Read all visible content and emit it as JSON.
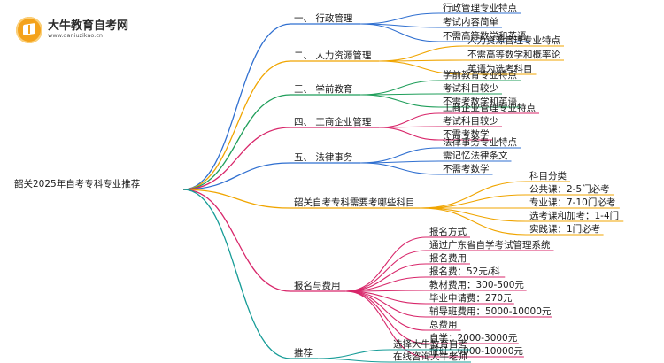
{
  "brand": {
    "name": "大牛教育自考网",
    "url": "www.daniuzikao.cn"
  },
  "colors": {
    "blue": "#2f6fd0",
    "orange": "#f0a500",
    "green": "#1f9e5a",
    "magenta": "#d8266a",
    "teal": "#169c97",
    "text": "#1a1a1a"
  },
  "mindmap": {
    "root": "韶关2025年自考专科专业推荐",
    "branches": [
      {
        "label": "一、 行政管理",
        "color": "blue",
        "children": [
          "行政管理专业特点",
          "考试内容简单",
          "不需高等数学和英语"
        ]
      },
      {
        "label": "二、 人力资源管理",
        "color": "orange",
        "children": [
          "人力资源管理专业特点",
          "不需高等数学和概率论",
          "英语为选考科目"
        ]
      },
      {
        "label": "三、 学前教育",
        "color": "green",
        "children": [
          "学前教育专业特点",
          "考试科目较少",
          "不需考数学和英语"
        ]
      },
      {
        "label": "四、 工商企业管理",
        "color": "magenta",
        "children": [
          "工商企业管理专业特点",
          "考试科目较少",
          "不需考数学"
        ]
      },
      {
        "label": "五、 法律事务",
        "color": "blue",
        "children": [
          "法律事务专业特点",
          "需记忆法律条文",
          "不需考数学"
        ]
      },
      {
        "label": "韶关自考专科需要考哪些科目",
        "color": "orange",
        "children": [
          "科目分类",
          "公共课：2-5门必考",
          "专业课：7-10门必考",
          "选考课和加考：1-4门",
          "实践课：1门必考"
        ]
      },
      {
        "label": "报名与费用",
        "color": "magenta",
        "children": [
          "报名方式",
          "通过广东省自学考试管理系统",
          "报名费用",
          "报名费：52元/科",
          "教材费用：300-500元",
          "毕业申请费：270元",
          "辅导班费用：5000-10000元",
          "总费用",
          "自学：2000-3000元",
          "报班：6000-10000元"
        ]
      },
      {
        "label": "推荐",
        "color": "teal",
        "children": [
          "选择大牛教育自考",
          "在线咨询大牛老师"
        ]
      }
    ]
  }
}
